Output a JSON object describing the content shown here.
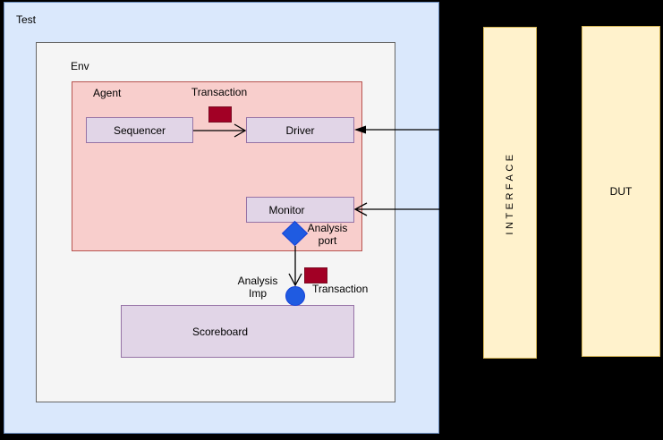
{
  "diagram": {
    "type": "uvm-testbench-architecture",
    "containers": {
      "test": {
        "label": "Test"
      },
      "env": {
        "label": "Env"
      },
      "agent": {
        "label": "Agent"
      }
    },
    "blocks": {
      "sequencer": {
        "label": "Sequencer"
      },
      "driver": {
        "label": "Driver"
      },
      "monitor": {
        "label": "Monitor"
      },
      "scoreboard": {
        "label": "Scoreboard"
      },
      "interface": {
        "label": "INTERFACE"
      },
      "dut": {
        "label": "DUT"
      }
    },
    "annotations": {
      "transaction_to_driver": "Transaction",
      "transaction_to_scoreboard": "Transaction",
      "analysis_port": "Analysis port",
      "analysis_imp": "Analysis Imp"
    },
    "arrows": [
      {
        "from": "sequencer",
        "to": "driver",
        "head": "open"
      },
      {
        "from": "interface",
        "to": "driver",
        "head": "solid"
      },
      {
        "from": "interface",
        "to": "monitor",
        "head": "open"
      },
      {
        "from": "analysis-port",
        "to": "analysis-imp",
        "head": "open"
      }
    ],
    "colors": {
      "background": "#000000",
      "test_fill": "#DAE8FC",
      "test_stroke": "#6C8EBF",
      "env_fill": "#F5F5F5",
      "env_stroke": "#666666",
      "agent_fill": "#F8CECC",
      "agent_stroke": "#B85450",
      "block_fill": "#E1D5E7",
      "block_stroke": "#9673A6",
      "io_fill": "#FFF2CC",
      "io_stroke": "#D6B656",
      "transaction_fill": "#A20025",
      "port_fill": "#1F5BE1",
      "connector": "#000000"
    }
  }
}
